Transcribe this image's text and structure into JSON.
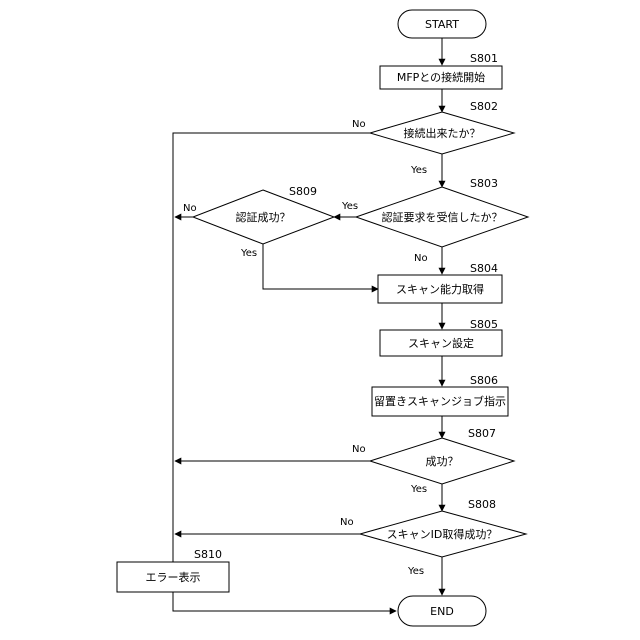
{
  "nodes": {
    "start": "START",
    "s801": "MFPとの接続開始",
    "s802": "接続出来たか？",
    "s803": "認証要求を受信したか？",
    "s809": "認証成功？",
    "s804": "スキャン能力取得",
    "s805": "スキャン設定",
    "s806": "留置きスキャンジョブ指示",
    "s807": "成功？",
    "s808": "スキャンID取得成功？",
    "s810": "エラー表示",
    "end": "END"
  },
  "steps": {
    "s801": "S801",
    "s802": "S802",
    "s803": "S803",
    "s804": "S804",
    "s805": "S805",
    "s806": "S806",
    "s807": "S807",
    "s808": "S808",
    "s809": "S809",
    "s810": "S810"
  },
  "branch_labels": {
    "s802_no": "No",
    "s802_yes": "Yes",
    "s803_yes": "Yes",
    "s803_no": "No",
    "s809_no": "No",
    "s809_yes": "Yes",
    "s807_no": "No",
    "s807_yes": "Yes",
    "s808_no": "No",
    "s808_yes": "Yes"
  }
}
